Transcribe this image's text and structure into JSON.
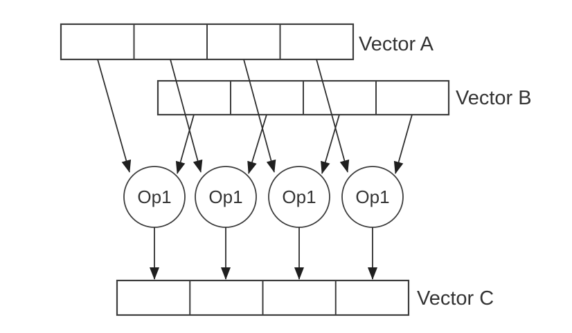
{
  "diagram": {
    "kind": "simd-vector-operation-diagram",
    "vectors": {
      "a": {
        "label": "Vector A",
        "cells": 4
      },
      "b": {
        "label": "Vector B",
        "cells": 4
      },
      "c": {
        "label": "Vector C",
        "cells": 4
      }
    },
    "operations": [
      {
        "label": "Op1"
      },
      {
        "label": "Op1"
      },
      {
        "label": "Op1"
      },
      {
        "label": "Op1"
      }
    ],
    "colors": {
      "background": "#ffffff",
      "box_stroke": "#3c3c3c",
      "line_stroke": "#2e2e2e",
      "arrowhead": "#1f1f1f",
      "text": "#333333"
    }
  }
}
